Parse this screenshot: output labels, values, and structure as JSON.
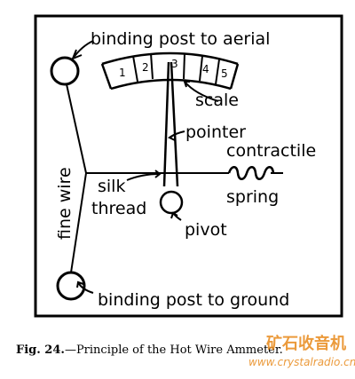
{
  "labels": {
    "binding_post_aerial": "binding post to aerial",
    "scale_label": "scale",
    "pointer": "pointer",
    "contractile": "contractile",
    "spring": "spring",
    "silk": "silk",
    "thread": "thread",
    "fine_wire": "fine wire",
    "pivot": "pivot",
    "binding_post_ground": "binding post to ground"
  },
  "scale_numbers": [
    "1",
    "2",
    "3",
    "4",
    "5"
  ],
  "caption": {
    "fig_no": "Fig. 24.",
    "text": "—Principle of the Hot Wire Ammeter."
  },
  "watermark": {
    "text": "矿石收音机",
    "url": "www.crystalradio.cn"
  }
}
